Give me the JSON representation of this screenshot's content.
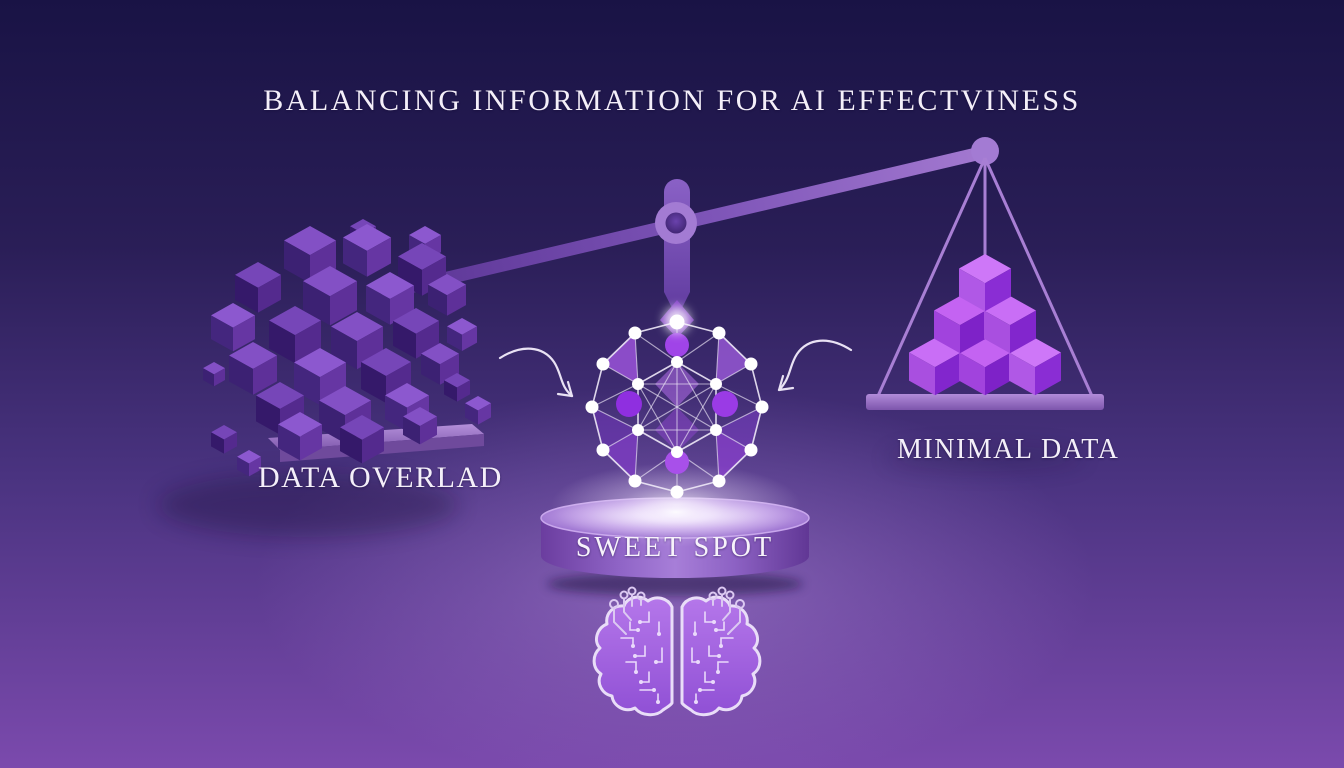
{
  "title": "BALANCING INFORMATION FOR AI EFFECTVINESS",
  "scale": {
    "left_label": "DATA OVERLAD",
    "right_label": "MINIMAL DATA",
    "center_label": "SWEET SPOT"
  },
  "icons": {
    "brain": "circuit-brain-icon",
    "network": "network-sphere-icon",
    "balance": "balance-scale-icon",
    "left_arrow": "curved-arrow-down-right-icon",
    "right_arrow": "curved-arrow-down-left-icon",
    "left_pile": "cube-pile-icon",
    "right_pile": "cube-pyramid-icon",
    "podium": "podium-icon"
  },
  "colors": {
    "background_top": "#191345",
    "background_bottom": "#7b4aad",
    "beam_dark": "#5a3494",
    "beam_light": "#a379d0",
    "bright_cube_top": "#c96ef6",
    "bright_cube_side": "#8226cd",
    "dark_cube_top": "#8350c5",
    "dark_cube_side": "#3c2173",
    "podium_body": "#9065c7",
    "sphere_node": "#ffffff",
    "sphere_accent": "#a044e8",
    "brain_fill": "#a463e0",
    "brain_outline": "#e9ddf8",
    "text": "#f4eff9"
  }
}
